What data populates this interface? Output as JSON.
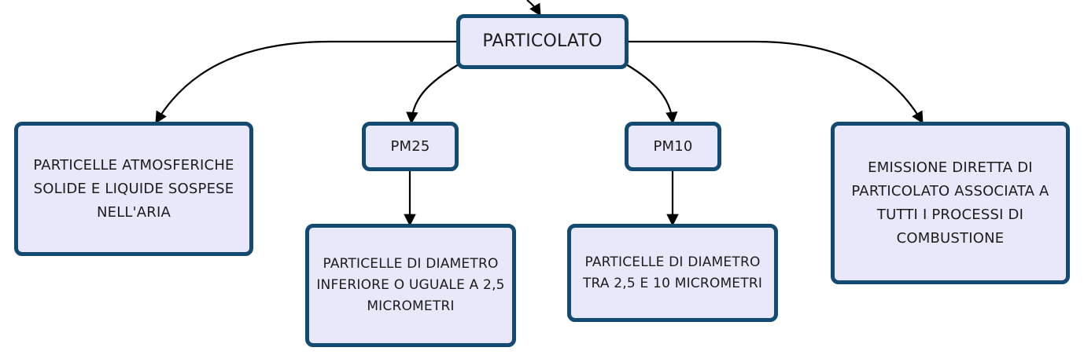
{
  "diagram": {
    "root": {
      "label": "PARTICOLATO"
    },
    "definition": {
      "label": "PARTICELLE ATMOSFERICHE SOLIDE E LIQUIDE SOSPESE NELL'ARIA"
    },
    "pm25": {
      "label": "PM25",
      "description": "PARTICELLE DI DIAMETRO INFERIORE O UGUALE A 2,5 MICROMETRI"
    },
    "pm10": {
      "label": "PM10",
      "description": "PARTICELLE DI DIAMETRO TRA 2,5 E 10 MICROMETRI"
    },
    "emission": {
      "label": "EMISSIONE DIRETTA DI PARTICOLATO ASSOCIATA A TUTTI I PROCESSI DI COMBUSTIONE"
    }
  },
  "colors": {
    "node_fill": "#e8e8fa",
    "node_border": "#134a71",
    "connector": "#000000",
    "text": "#1c1c1c"
  }
}
